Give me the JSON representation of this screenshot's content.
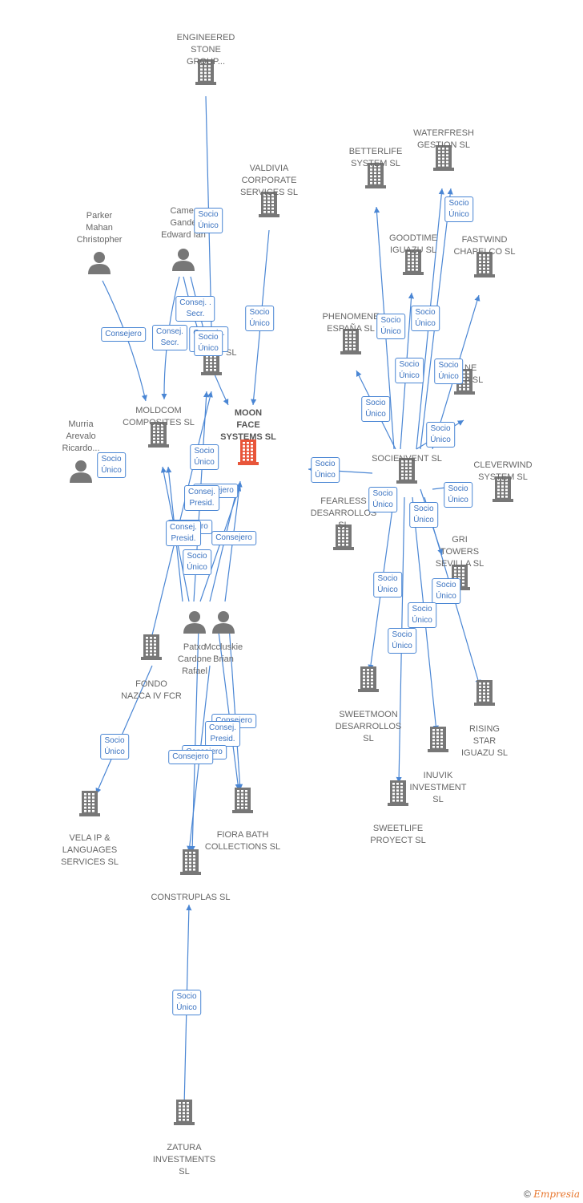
{
  "nodes": [
    {
      "id": "engineered",
      "label": "ENGINEERED\nSTONE\nGROUP...",
      "kind": "company"
    },
    {
      "id": "valdivia",
      "label": "VALDIVIA\nCORPORATE\nSERVICES  SL",
      "kind": "company"
    },
    {
      "id": "parker",
      "label": "Parker\nMahan\nChristopher",
      "kind": "person"
    },
    {
      "id": "cameron",
      "label": "Camer\nGande\nEdward Ian",
      "kind": "person"
    },
    {
      "id": "center_co",
      "label": "SL",
      "kind": "company"
    },
    {
      "id": "moldcom",
      "label": "MOLDCOM\nCOMPOSITES SL",
      "kind": "company"
    },
    {
      "id": "moonface",
      "label": "MOON\nFACE\nSYSTEMS  SL",
      "kind": "main"
    },
    {
      "id": "murria",
      "label": "Murria\nArevalo\nRicardo...",
      "kind": "person"
    },
    {
      "id": "patxo",
      "label": "Patxo\nCardone\nRafael",
      "kind": "person"
    },
    {
      "id": "mccluskie",
      "label": "Mccluskie\nBrian",
      "kind": "person"
    },
    {
      "id": "fondo",
      "label": "FONDO\nNAZCA IV FCR",
      "kind": "company"
    },
    {
      "id": "vela",
      "label": "VELA IP &\nLANGUAGES\nSERVICES  SL",
      "kind": "company"
    },
    {
      "id": "fiora",
      "label": "FIORA BATH\nCOLLECTIONS SL",
      "kind": "company"
    },
    {
      "id": "construplas",
      "label": "CONSTRUPLAS SL",
      "kind": "company"
    },
    {
      "id": "zatura",
      "label": "ZATURA\nINVESTMENTS\nSL",
      "kind": "company"
    },
    {
      "id": "betterlife",
      "label": "BETTERLIFE\nSYSTEM  SL",
      "kind": "company"
    },
    {
      "id": "waterfresh",
      "label": "WATERFRESH\nGESTION  SL",
      "kind": "company"
    },
    {
      "id": "goodtime",
      "label": "GOODTIME\nIGUAZU  SL",
      "kind": "company"
    },
    {
      "id": "fastwind",
      "label": "FASTWIND\nCHAPELCO  SL",
      "kind": "company"
    },
    {
      "id": "phenomene",
      "label": "PHENOMENE\nESPAÑA  SL",
      "kind": "company"
    },
    {
      "id": "ne_sl",
      "label": "NE\nA  SL",
      "kind": "company"
    },
    {
      "id": "socienvent",
      "label": "SOCIENVENT SL",
      "kind": "company"
    },
    {
      "id": "cleverwind",
      "label": "CLEVERWIND\nSYSTEM  SL",
      "kind": "company"
    },
    {
      "id": "fearless",
      "label": "FEARLESS\nDESARROLLOS\nSL",
      "kind": "company"
    },
    {
      "id": "gri",
      "label": "GRI\nTOWERS\nSEVILLA  SL",
      "kind": "company"
    },
    {
      "id": "sweetmoon",
      "label": "SWEETMOON\nDESARROLLOS\nSL",
      "kind": "company"
    },
    {
      "id": "rising",
      "label": "RISING\nSTAR\nIGUAZU SL",
      "kind": "company"
    },
    {
      "id": "inuvik",
      "label": "INUVIK\nINVESTMENT\nSL",
      "kind": "company"
    },
    {
      "id": "sweetlife",
      "label": "SWEETLIFE\nPROYECT  SL",
      "kind": "company"
    }
  ],
  "badges": [
    "Socio\nÚnico",
    "Consej. .\nSecr.",
    "Consejero",
    "Consej.\nSecr.",
    "Consej. .\nSecr.",
    "Socio\nÚnico",
    "Socio\nÚnico",
    "Socio\nÚnico",
    "Consejero",
    "Consej.\nPresid.",
    "Consejero",
    "Consej.\nPresid.",
    "Consejero",
    "Socio\nÚnico",
    "Socio\nÚnico",
    "Consejero",
    "Consej.\nPresid.",
    "Consejero",
    "Consejero",
    "Socio\nÚnico",
    "Socio\nÚnico",
    "Socio\nÚnico",
    "Socio\nÚnico",
    "Socio\nÚnico",
    "Socio\nÚnico",
    "Socio\nÚnico",
    "Socio\nÚnico",
    "Socio\nÚnico",
    "Socio\nÚnico",
    "Socio\nÚnico",
    "Socio\nÚnico",
    "Socio\nÚnico",
    "Socio\nÚnico",
    "Socio\nÚnico",
    "Socio\nÚnico",
    "Socio\nÚnico"
  ],
  "footer": {
    "copyright": "©",
    "brand": "Empresia"
  },
  "colors": {
    "edge": "#4a86d4",
    "company": "#777777",
    "main": "#e8553a",
    "person": "#777777"
  }
}
